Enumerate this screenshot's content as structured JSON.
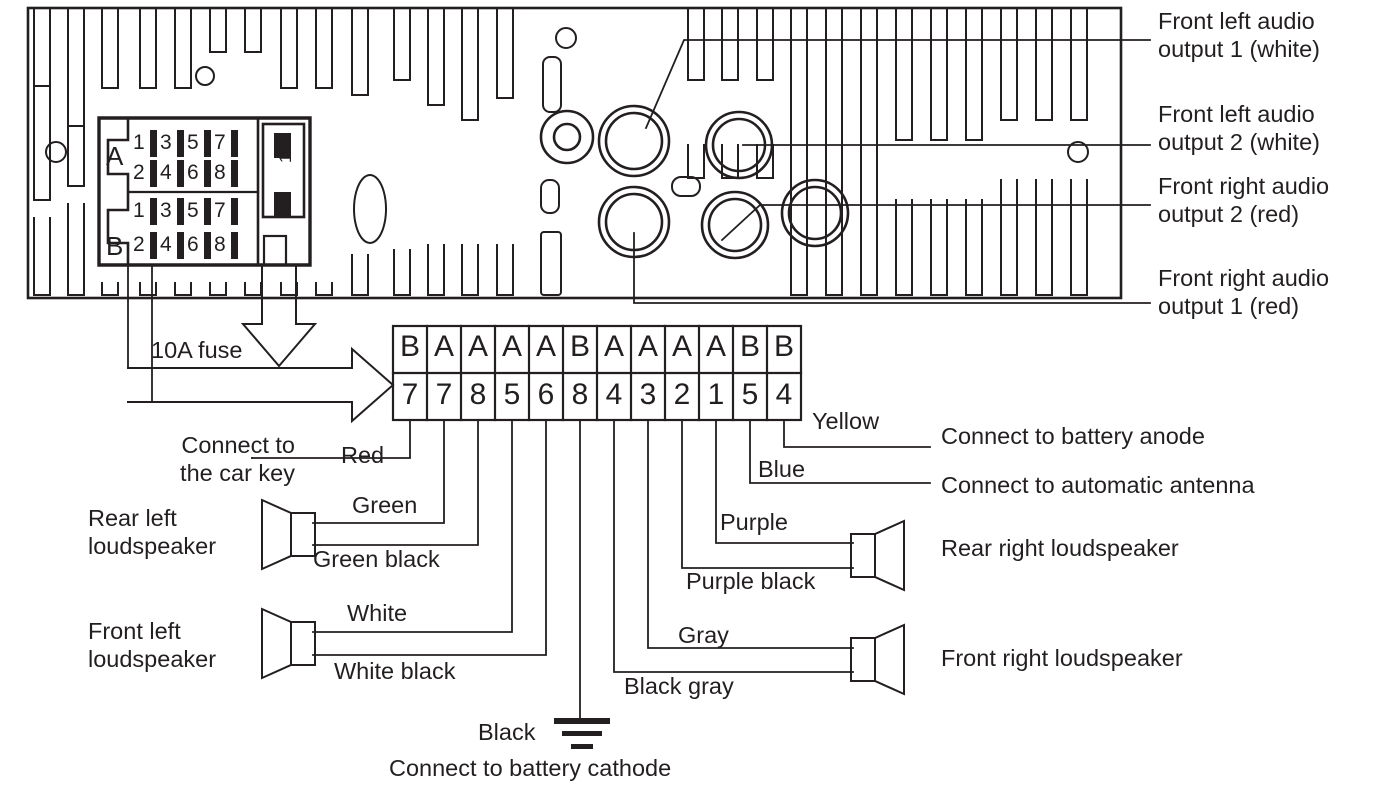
{
  "title": "Car stereo head unit rear panel wiring diagram",
  "colors": {
    "line": "#231f20",
    "text": "#231f20",
    "background": "#ffffff"
  },
  "chassis": {
    "fuse_label": "10A",
    "connector_blocks": [
      {
        "name": "A",
        "top_row": [
          "1",
          "3",
          "5",
          "7"
        ],
        "bottom_row": [
          "2",
          "4",
          "6",
          "8"
        ]
      },
      {
        "name": "B",
        "top_row": [
          "1",
          "3",
          "5",
          "7"
        ],
        "bottom_row": [
          "2",
          "4",
          "6",
          "8"
        ]
      }
    ]
  },
  "rca_callouts": [
    {
      "id": "fl1",
      "label": "Front left audio\noutput 1 (white)"
    },
    {
      "id": "fl2",
      "label": "Front left audio\noutput 2 (white)"
    },
    {
      "id": "fr2",
      "label": "Front right audio\noutput 2 (red)"
    },
    {
      "id": "fr1",
      "label": "Front right audio\noutput 1 (red)"
    }
  ],
  "fuse_callout": {
    "label": "10A fuse"
  },
  "connector_table": {
    "letters": [
      "B",
      "A",
      "A",
      "A",
      "A",
      "B",
      "A",
      "A",
      "A",
      "A",
      "B",
      "B"
    ],
    "numbers": [
      "7",
      "7",
      "8",
      "5",
      "6",
      "8",
      "4",
      "3",
      "2",
      "1",
      "5",
      "4"
    ]
  },
  "wires": {
    "left": [
      {
        "name": "red",
        "label": "Red",
        "target": "Connect to\nthe car key"
      },
      {
        "name": "green",
        "label": "Green",
        "target": "Rear left\nloudspeaker"
      },
      {
        "name": "green-black",
        "label": "Green black",
        "target": "Rear left\nloudspeaker"
      },
      {
        "name": "white",
        "label": "White",
        "target": "Front left\nloudspeaker"
      },
      {
        "name": "white-black",
        "label": "White black",
        "target": "Front left\nloudspeaker"
      }
    ],
    "center": [
      {
        "name": "black",
        "label": "Black",
        "target": "Connect to battery cathode"
      }
    ],
    "right": [
      {
        "name": "black-gray",
        "label": "Black gray",
        "target": "Front right loudspeaker"
      },
      {
        "name": "gray",
        "label": "Gray",
        "target": "Front right loudspeaker"
      },
      {
        "name": "purple-black",
        "label": "Purple black",
        "target": "Rear right loudspeaker"
      },
      {
        "name": "purple",
        "label": "Purple",
        "target": "Rear right loudspeaker"
      },
      {
        "name": "blue",
        "label": "Blue",
        "target": "Connect to automatic antenna"
      },
      {
        "name": "yellow",
        "label": "Yellow",
        "target": "Connect to battery anode"
      }
    ]
  },
  "targets": {
    "car_key": "Connect to\nthe car key",
    "rear_left": "Rear left\nloudspeaker",
    "front_left": "Front left\nloudspeaker",
    "battery_cathode": "Connect to battery cathode",
    "battery_anode": "Connect to battery anode",
    "auto_antenna": "Connect to automatic antenna",
    "rear_right": "Rear right loudspeaker",
    "front_right": "Front right loudspeaker"
  }
}
